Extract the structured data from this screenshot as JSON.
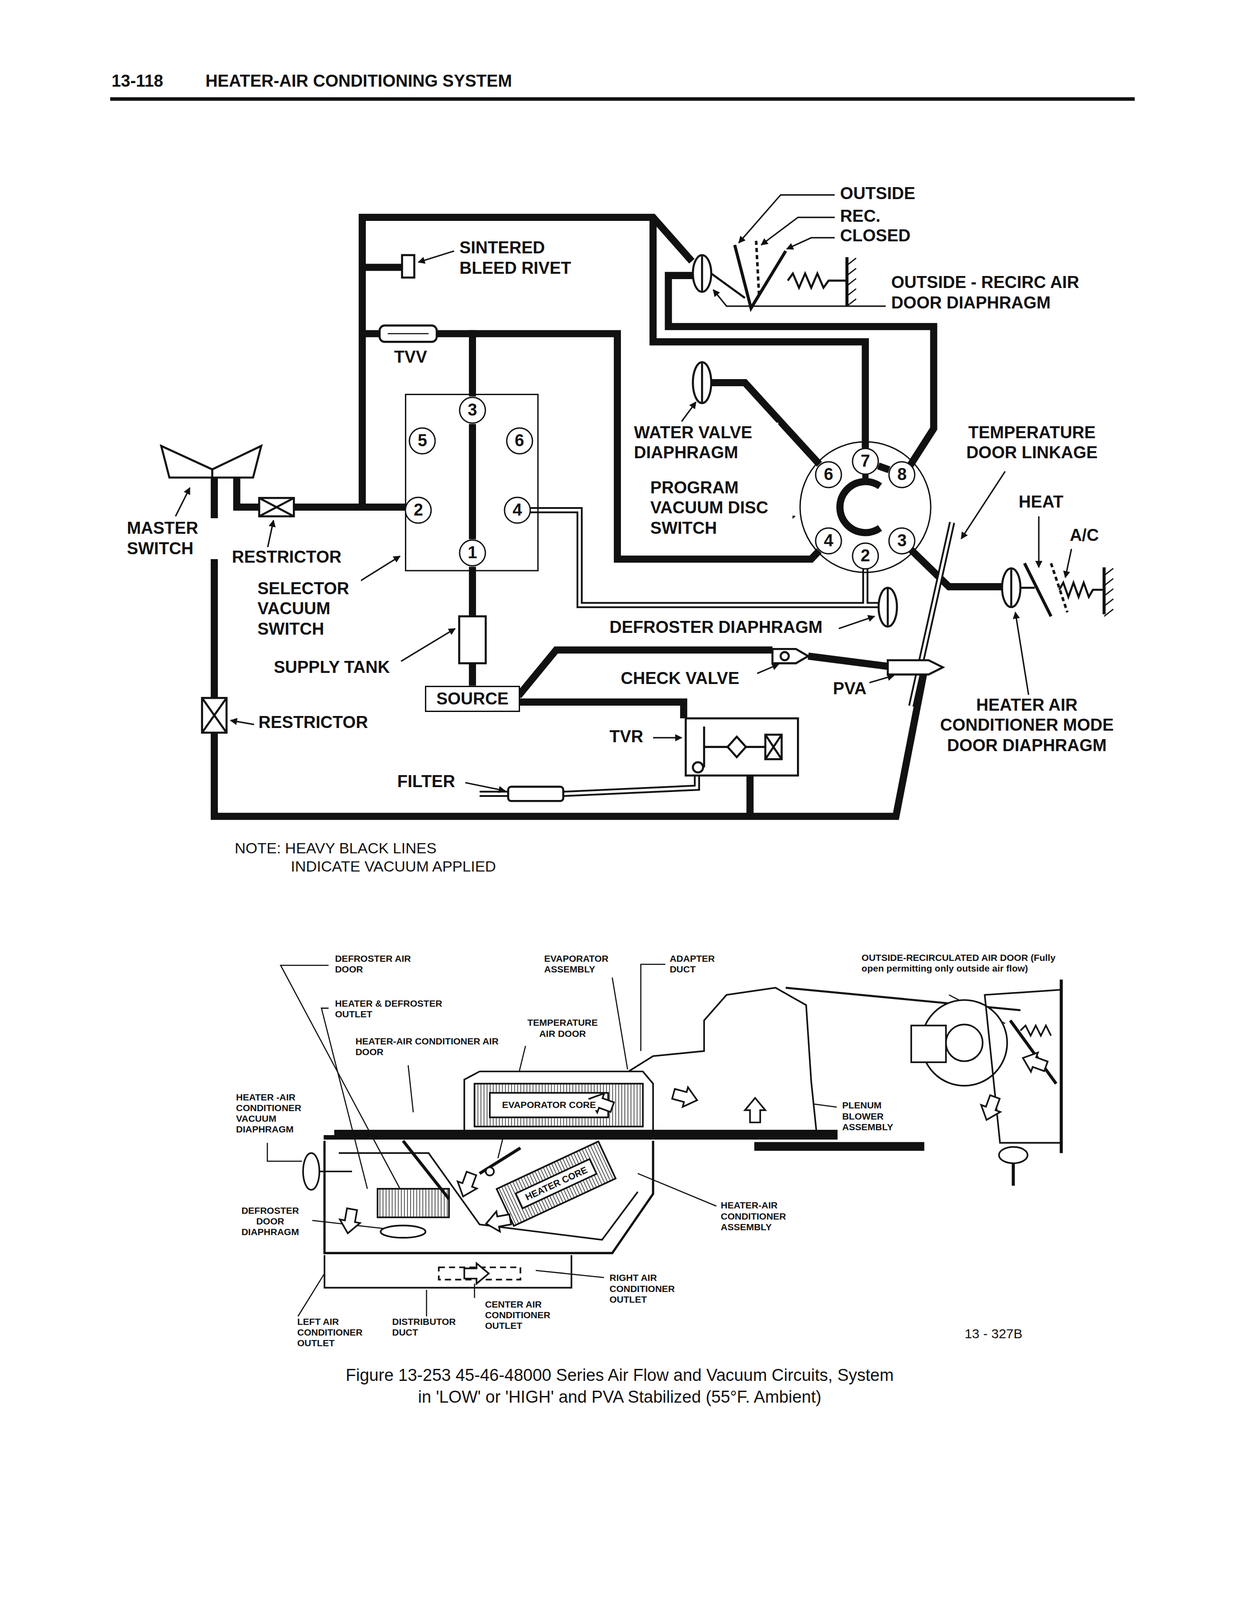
{
  "diagram": {
    "caption": "Figure 13-253 45-46-48000 Series Air Flow and Vacuum Circuits, System in 'LOW' or 'HIGH' and PVA Stabilized (55°F. Ambient)",
    "nodes": [
      {
        "text": [
          "SELECTOR VACUUM SWITCH"
        ]
      },
      {
        "text": [
          "3"
        ],
        "in": 0
      },
      {
        "text": [
          "5"
        ],
        "in": 0
      },
      {
        "text": [
          "6"
        ],
        "in": 0
      },
      {
        "text": [
          "2"
        ],
        "in": 0
      },
      {
        "text": [
          "4"
        ],
        "in": 0
      },
      {
        "text": [
          "1"
        ],
        "in": 0
      },
      {
        "text": [
          "PROGRAM VACUUM DISC SWITCH"
        ]
      },
      {
        "text": [
          "7"
        ],
        "in": 7
      },
      {
        "text": [
          "6"
        ],
        "in": 7
      },
      {
        "text": [
          "8"
        ],
        "in": 7
      },
      {
        "text": [
          "4"
        ],
        "in": 7
      },
      {
        "text": [
          "3"
        ],
        "in": 7
      },
      {
        "text": [
          "2"
        ],
        "in": 7
      },
      {
        "text": [
          "SOURCE"
        ]
      }
    ],
    "edges": [
      {
        "from": 14,
        "to": 6,
        "arrow": "none"
      },
      {
        "from": 6,
        "to": 1,
        "arrow": "none"
      },
      {
        "from": 1,
        "to": 11,
        "arrow": "none"
      },
      {
        "from": 8,
        "to": 10,
        "arrow": "none"
      }
    ],
    "labels": [
      "13-118",
      "HEATER-AIR CONDITIONING SYSTEM",
      "OUTSIDE",
      "REC.",
      "CLOSED",
      "OUTSIDE - RECIRC AIR DOOR DIAPHRAGM",
      "SINTERED BLEED RIVET",
      "TVV",
      "WATER VALVE DIAPHRAGM",
      "TEMPERATURE DOOR LINKAGE",
      "HEAT",
      "A/C",
      "MASTER SWITCH",
      "RESTRICTOR",
      "SUPPLY TANK",
      "DEFROSTER DIAPHRAGM",
      "CHECK VALVE",
      "PVA",
      "HEATER AIR CONDITIONER MODE DOOR DIAPHRAGM",
      "RESTRICTOR",
      "TVR",
      "FILTER",
      "NOTE: HEAVY BLACK LINES INDICATE VACUUM APPLIED",
      "DEFROSTER AIR DOOR",
      "HEATER & DEFROSTER OUTLET",
      "HEATER-AIR CONDITIONER AIR DOOR",
      "EVAPORATOR ASSEMBLY",
      "TEMPERATURE AIR DOOR",
      "ADAPTER DUCT",
      "OUTSIDE-RECIRCULATED AIR DOOR (Fully open permitting only outside air flow)",
      "HEATER -AIR CONDITIONER VACUUM DIAPHRAGM",
      "EVAPORATOR CORE",
      "HEATER CORE",
      "PLENUM BLOWER ASSEMBLY",
      "HEATER-AIR CONDITIONER ASSEMBLY",
      "DEFROSTER DOOR DIAPHRAGM",
      "RIGHT AIR CONDITIONER OUTLET",
      "CENTER AIR CONDITIONER OUTLET",
      "LEFT AIR CONDITIONER OUTLET",
      "DISTRIBUTOR DUCT",
      "13 - 327B"
    ]
  }
}
